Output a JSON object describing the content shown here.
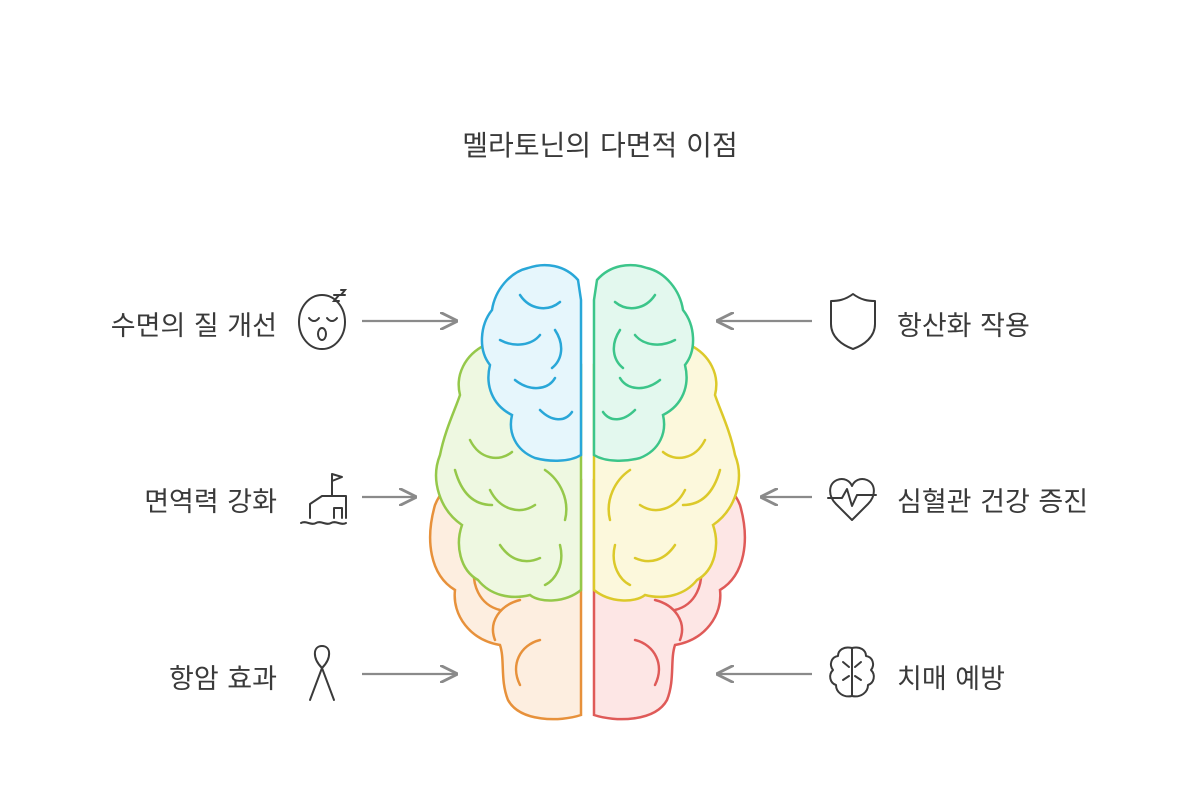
{
  "title": "멜라토닌의 다면적 이점",
  "benefits_left": [
    {
      "label": "수면의 질 개선",
      "icon": "sleeping-face-icon"
    },
    {
      "label": "면역력 강화",
      "icon": "fortress-icon"
    },
    {
      "label": "항암 효과",
      "icon": "awareness-ribbon-icon"
    }
  ],
  "benefits_right": [
    {
      "label": "항산화 작용",
      "icon": "shield-icon"
    },
    {
      "label": "심혈관 건강 증진",
      "icon": "heartbeat-icon"
    },
    {
      "label": "치매 예방",
      "icon": "brain-icon"
    }
  ],
  "colors": {
    "blue": "#29a7d8",
    "blue_fill": "#e6f6fc",
    "green_top": "#3cc58a",
    "green_top_fill": "#e3f8ee",
    "lime": "#95c84a",
    "lime_fill": "#eef8e1",
    "yellow": "#dcc92a",
    "yellow_fill": "#fcf8dc",
    "orange": "#e7913b",
    "orange_fill": "#fdeee0",
    "red": "#df5a58",
    "red_fill": "#fde6e5",
    "text": "#3a3a3a",
    "arrow": "#8a8a8a",
    "icon": "#3a3a3a"
  }
}
